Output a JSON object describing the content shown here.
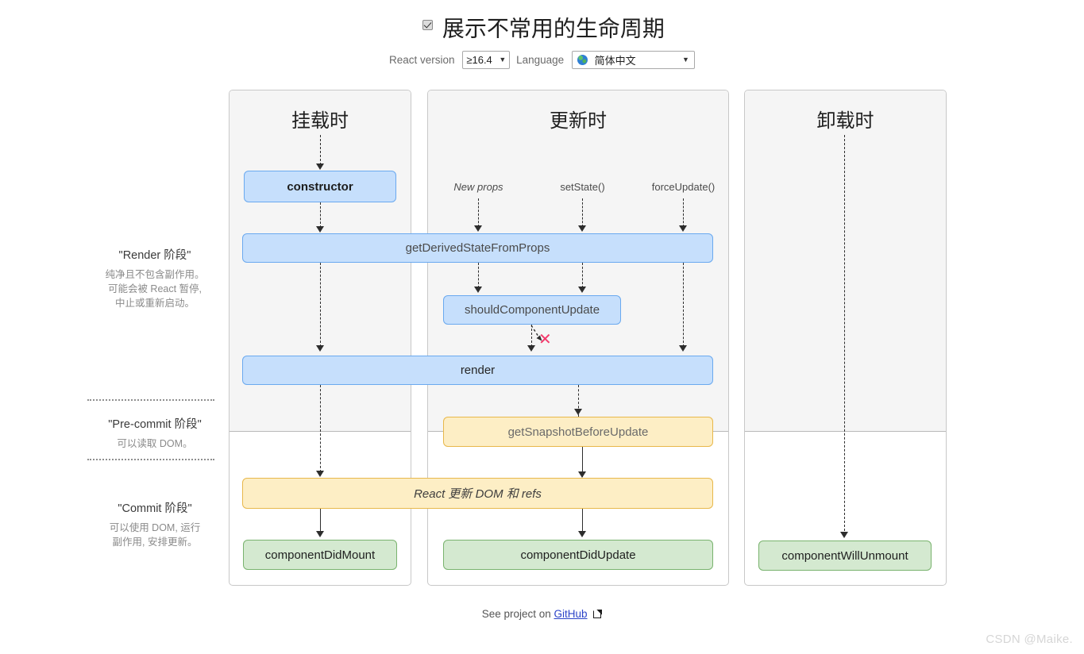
{
  "header": {
    "checkbox_label": "展示不常用的生命周期",
    "checkbox_checked": true,
    "react_version_label": "React version",
    "react_version_value": "≥16.4",
    "language_label": "Language",
    "language_value": "简体中文",
    "globe_icon": "globe-icon",
    "caret_glyph": "▼"
  },
  "legend": [
    {
      "heading": "\"Render 阶段\"",
      "lines": [
        "纯净且不包含副作用。",
        "可能会被 React 暂停,",
        "中止或重新启动。"
      ]
    },
    {
      "heading": "\"Pre-commit 阶段\"",
      "lines": [
        "可以读取 DOM。"
      ]
    },
    {
      "heading": "\"Commit 阶段\"",
      "lines": [
        "可以使用 DOM, 运行",
        "副作用, 安排更新。"
      ]
    }
  ],
  "panels": [
    {
      "title": "挂载时"
    },
    {
      "title": "更新时"
    },
    {
      "title": "卸载时"
    }
  ],
  "triggers": [
    {
      "label": "New props",
      "italic": true
    },
    {
      "label": "setState()",
      "italic": false
    },
    {
      "label": "forceUpdate()",
      "italic": false
    }
  ],
  "nodes": {
    "constructor": "constructor",
    "get_derived_state_from_props": "getDerivedStateFromProps",
    "should_component_update": "shouldComponentUpdate",
    "render": "render",
    "get_snapshot_before_update": "getSnapshotBeforeUpdate",
    "react_updates_dom": "React 更新 DOM 和 refs",
    "component_did_mount": "componentDidMount",
    "component_did_update": "componentDidUpdate",
    "component_will_unmount": "componentWillUnmount"
  },
  "skip_marker": "✕",
  "footer": {
    "prefix": "See project on",
    "link_text": "GitHub",
    "external_icon": "external-link-icon"
  },
  "watermark": "CSDN @Maike.",
  "colors": {
    "render_phase_box": "#c6dffc",
    "render_phase_border": "#6aa9ef",
    "pre_commit_box": "#fdeec5",
    "pre_commit_border": "#e8b84b",
    "commit_box": "#d4e9d0",
    "commit_border": "#79b36e",
    "skip_marker": "#f4396b",
    "link": "#2b43c8"
  }
}
